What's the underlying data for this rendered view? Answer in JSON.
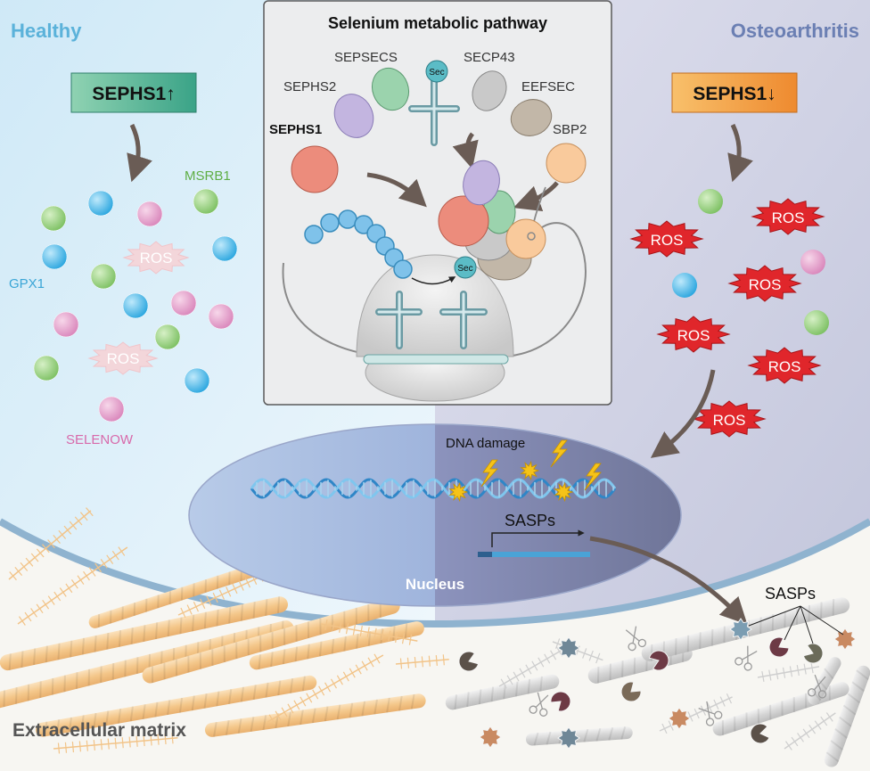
{
  "labels": {
    "healthy": "Healthy",
    "osteoarthritis": "Osteoarthritis",
    "pathway_title": "Selenium metabolic pathway",
    "sephs1_up": "SEPHS1↑",
    "sephs1_down": "SEPHS1↓",
    "sepsecs": "SEPSECS",
    "secp43": "SECP43",
    "sephs2": "SEPHS2",
    "eefsec": "EEFSEC",
    "sephs1": "SEPHS1",
    "sbp2": "SBP2",
    "sec_trna": "Sec",
    "sec_ribosome": "Sec",
    "msrb1": "MSRB1",
    "gpx1": "GPX1",
    "selenow": "SELENOW",
    "ros_healthy_1": "ROS",
    "ros_healthy_2": "ROS",
    "ros_oa_1": "ROS",
    "ros_oa_2": "ROS",
    "ros_oa_3": "ROS",
    "ros_oa_4": "ROS",
    "ros_oa_5": "ROS",
    "ros_oa_6": "ROS",
    "dna_damage": "DNA damage",
    "sasps_gene": "SASPs",
    "nucleus": "Nucleus",
    "sasps_ecm": "SASPs",
    "extracellular_matrix": "Extracellular matrix"
  },
  "colors": {
    "healthy_bg": "#e2f1fa",
    "oa_bg": "#d3d5e6",
    "panel_bg": "#ecedee",
    "sephs1_up_box": "#4fae93",
    "sephs1_down_box": "#f29a3b",
    "healthy_text": "#5bb2da",
    "oa_text": "#6b7fb3",
    "ros_healthy": "#f3d9dc",
    "ros_oa": "#e0262b",
    "protein_green": "#8fcf77",
    "protein_blue": "#3fb0e3",
    "protein_pink": "#e79ac9",
    "collagen": "#f6cf9b",
    "msrb1_text": "#5fae45",
    "gpx1_text": "#3aa5d6",
    "selenow_text": "#d86aab"
  },
  "icons": [
    "arrow-icon",
    "lightning-icon",
    "trna-icon",
    "ribosome-icon",
    "dna-helix-icon",
    "scissors-icon"
  ]
}
